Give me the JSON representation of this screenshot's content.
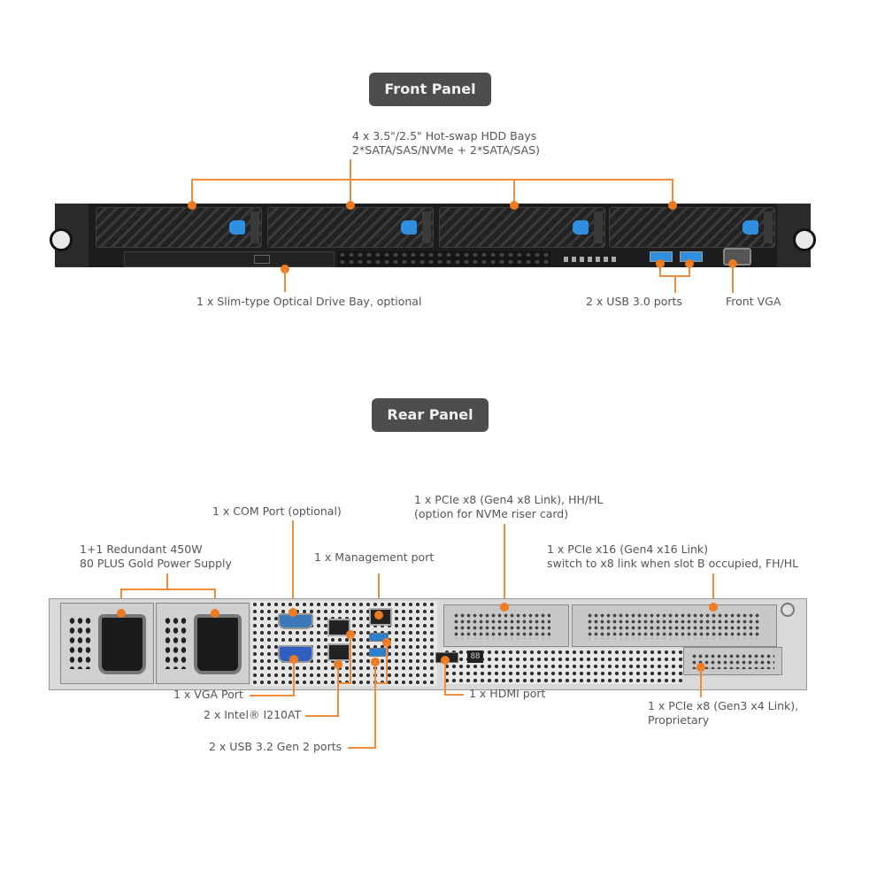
{
  "front_panel": {
    "title": "Front Panel",
    "labels": {
      "hdd_bays_line1": "4 x 3.5\"/2.5\" Hot-swap HDD Bays",
      "hdd_bays_line2": "2*SATA/SAS/NVMe + 2*SATA/SAS)",
      "optical_drive": "1 x Slim-type Optical Drive Bay, optional",
      "usb_ports": "2 x USB 3.0 ports",
      "vga": "Front VGA"
    }
  },
  "rear_panel": {
    "title": "Rear Panel",
    "labels": {
      "psu_line1": "1+1 Redundant 450W",
      "psu_line2": "80 PLUS Gold Power Supply",
      "com_port": "1 x COM Port (optional)",
      "mgmt_port": "1 x Management port",
      "pcie_x8_line1": "1 x PCIe x8 (Gen4 x8 Link), HH/HL",
      "pcie_x8_line2": "(option for NVMe riser card)",
      "pcie_x16_line1": "1 x PCIe x16 (Gen4 x16 Link)",
      "pcie_x16_line2": "switch to x8 link when slot B occupied, FH/HL",
      "vga_port": "1 x VGA Port",
      "lan": "2 x Intel® I210AT",
      "usb_ports": "2 x USB 3.2 Gen 2 ports",
      "hdmi": "1 x HDMI port",
      "pcie_gen3_line1": "1 x PCIe x8 (Gen3 x4 Link),",
      "pcie_gen3_line2": "Proprietary"
    },
    "debug_display": "88"
  },
  "colors": {
    "callout": "#f07a1f",
    "badge_bg": "#4d4d4d",
    "drive_latch": "#2f8fe0"
  }
}
